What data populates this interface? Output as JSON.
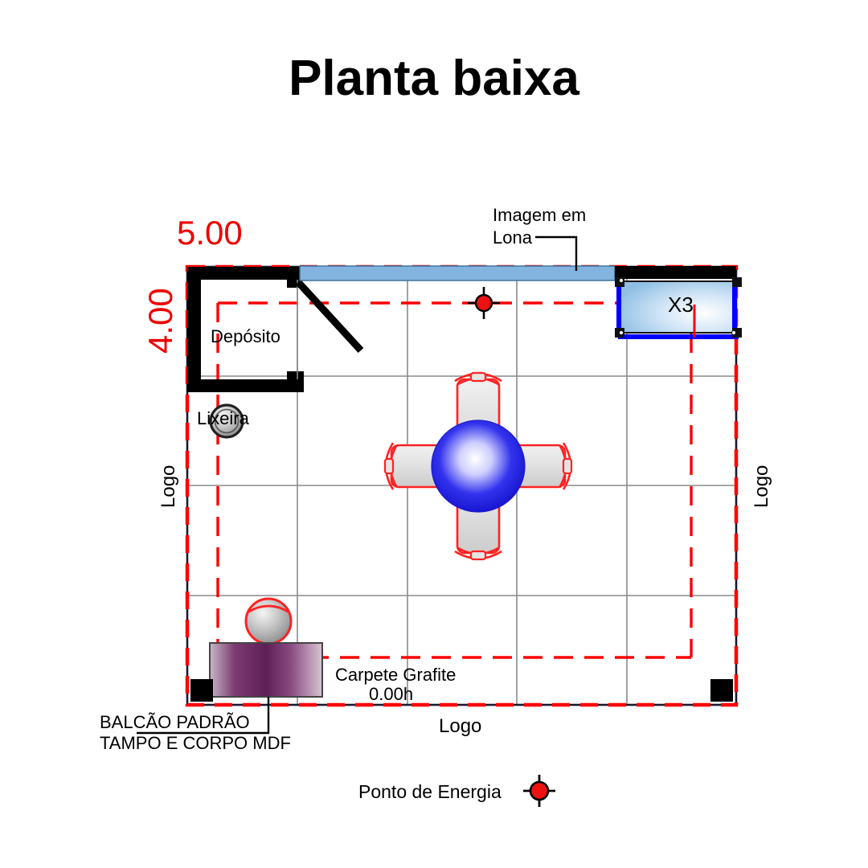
{
  "title": "Planta baixa",
  "dimensions": {
    "width_label": "5.00",
    "height_label": "4.00"
  },
  "rooms": {
    "deposito_label": "Depósito"
  },
  "annotations": {
    "imagem_em_lona_line1": "Imagem em",
    "imagem_em_lona_line2": "Lona",
    "display_panel_label": "X3",
    "lixeira_label": "Lixeira",
    "carpete_line1": "Carpete Grafite",
    "carpete_line2": "0.00h",
    "balcao_line1": "BALCÃO PADRÃO",
    "balcao_line2": "TAMPO E CORPO MDF"
  },
  "logos": {
    "left": "Logo",
    "right": "Logo",
    "bottom": "Logo"
  },
  "legend": {
    "ponto_energia_label": "Ponto de Energia",
    "ponto_energia_icon": "power-point-icon"
  },
  "colors": {
    "dimension_red": "#ee0000",
    "dashed_red": "#ff0000",
    "banner_blue": "#82b4df",
    "panel_blue": "#0000ff",
    "table_blue": "#1818e8",
    "counter_purple": "#6b2a63",
    "wall_black": "#000000",
    "grid_gray": "#808080",
    "carpet": "#ffffff"
  },
  "chart_data": {
    "type": "table",
    "title": "Planta baixa",
    "plan_extents_m": {
      "width": 5.0,
      "depth": 4.0
    },
    "grid_modules": {
      "columns": 5,
      "rows": 4
    },
    "items": [
      {
        "name": "Depósito",
        "type": "storage-room",
        "x_m": 0.0,
        "y_m": 0.0,
        "w_m": 1.05,
        "d_m": 1.15
      },
      {
        "name": "Imagem em Lona",
        "type": "banner",
        "x_m": 1.05,
        "y_m": 0.0,
        "w_m": 2.85,
        "d_m": 0.1
      },
      {
        "name": "X3",
        "type": "display-panel",
        "x_m": 3.9,
        "y_m": 0.1,
        "w_m": 1.1,
        "d_m": 0.6,
        "quantity": 3
      },
      {
        "name": "Lixeira",
        "type": "trash-bin",
        "x_m": 0.3,
        "y_m": 1.45,
        "diameter_m": 0.3
      },
      {
        "name": "Mesa e cadeiras",
        "type": "table-with-4-chairs",
        "x_m": 2.5,
        "y_m": 2.0
      },
      {
        "name": "BALCÃO PADRÃO TAMPO E CORPO MDF",
        "type": "counter",
        "x_m": 0.2,
        "y_m": 3.4,
        "w_m": 1.0,
        "d_m": 0.45
      },
      {
        "name": "Ponto de Energia",
        "type": "power-point",
        "x_m": 2.65,
        "y_m": 0.3
      },
      {
        "name": "Carpete Grafite",
        "type": "floor-finish",
        "height_label": "0.00h"
      }
    ]
  }
}
